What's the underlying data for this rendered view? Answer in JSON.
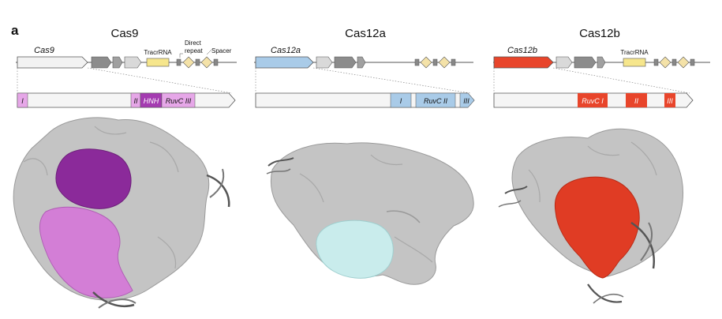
{
  "panel_label": "a",
  "colors": {
    "gene_outline": "#555555",
    "accessory_gray": "#8c8c8c",
    "accessory_light": "#d9d9d9",
    "tracr_yellow": "#f6e68c",
    "repeat_beige": "#f4e2a8",
    "cas9_light_purple": "#e6a7e8",
    "cas9_dark_purple": "#a43bb1",
    "cas12a_blue": "#a9cbe8",
    "cas12b_red": "#e8452b",
    "protein_gray": "#c4c4c4",
    "cas12a_highlight": "#c9ecec"
  },
  "panels": [
    {
      "title": "Cas9",
      "gene_label": "Cas9",
      "locus_labels": {
        "tracr": "TracrRNA",
        "direct": "Direct",
        "repeat": "repeat",
        "spacer": "Spacer"
      },
      "domains": [
        "I",
        "II",
        "HNH",
        "RuvC III"
      ]
    },
    {
      "title": "Cas12a",
      "gene_label": "Cas12a",
      "domains": [
        "I",
        "RuvC II",
        "III"
      ]
    },
    {
      "title": "Cas12b",
      "gene_label": "Cas12b",
      "locus_labels": {
        "tracr": "TracrRNA"
      },
      "domains": [
        "RuvC I",
        "II",
        "III"
      ]
    }
  ]
}
